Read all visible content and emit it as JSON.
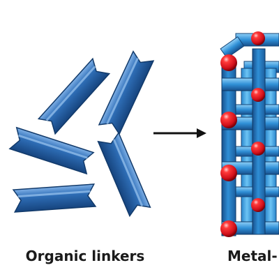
{
  "labels": {
    "left": "Organic linkers",
    "right": "Metal-"
  },
  "colors": {
    "linker_dark": "#1c4f8f",
    "linker_mid": "#2f6fb8",
    "linker_light": "#7fb0e6",
    "framework_dark": "#1e63a8",
    "framework_light": "#3da6e6",
    "node_red": "#e0141e",
    "arrow": "#111111"
  },
  "diagram": {
    "linker_count": 5,
    "node_count": 8
  }
}
